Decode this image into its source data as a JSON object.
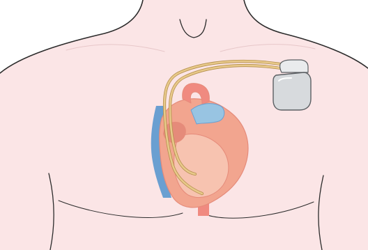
{
  "illustration": {
    "subject": "torso-with-heart-and-implanted-pacemaker",
    "colors": {
      "background": "#ffffff",
      "skin": "#fbe5e6",
      "body_outline": "#2b2b2b",
      "heart_muscle": "#f2a58f",
      "heart_muscle_dark": "#e58b7a",
      "heart_cavity": "#f7c3b0",
      "aorta": "#f08a80",
      "pulmonary_vessels": "#98c4e2",
      "vena_cava": "#6a9fd1",
      "pacemaker_leads": "#e8c98a",
      "lead_outline": "#b48f4c",
      "device_body": "#d7dadd",
      "device_header": "#e9ebed",
      "device_outline": "#5a5e62"
    },
    "parts": [
      "body-outline",
      "heart",
      "pacemaker-device",
      "pacemaker-leads"
    ]
  }
}
